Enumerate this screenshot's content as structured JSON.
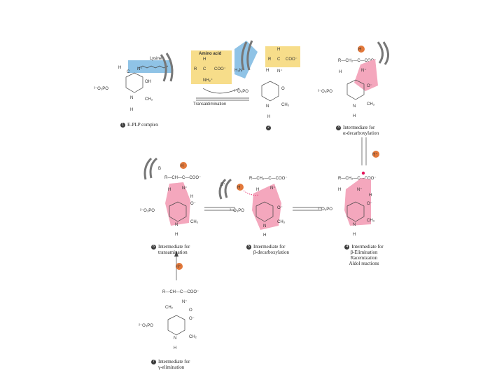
{
  "labels": {
    "s1": {
      "num": "1",
      "text": "E-PLP complex"
    },
    "s2": {
      "num": "2"
    },
    "s3": {
      "num": "3",
      "line1": "Intermediate for",
      "line2": "α-decarboxylation"
    },
    "s4": {
      "num": "4",
      "line1": "Intermediate for",
      "line2": "β-Elimination",
      "line3": "Racemization",
      "line4": "Aldol reactions"
    },
    "s5": {
      "num": "5",
      "line1": "Intermediate for",
      "line2": "β-decarboxylation"
    },
    "s6": {
      "num": "6",
      "line1": "Intermediate for",
      "line2": "transamination"
    },
    "s7": {
      "num": "7",
      "line1": "Intermediate for",
      "line2": "γ-elimination"
    }
  },
  "annotations": {
    "lysine": "Lysine",
    "amino_acid": "Amino acid",
    "transaldimination": "Transaldimination",
    "h_plus": "H⁺"
  },
  "atoms": {
    "R": "R",
    "C": "C",
    "H": "H",
    "N": "N",
    "O": "O",
    "OH": "OH",
    "CH2": "CH₂",
    "CH3": "CH₃",
    "COO": "COO⁻",
    "NH2": "NH₂⁺",
    "NH": "N⁺",
    "Ominus": "O⁻",
    "H3N": "H₃N",
    "P": "²⁻O₃PO",
    "B": "B",
    "Bplus": "B⁺",
    "Rline": "R—CH₂—C—COO⁻",
    "Rline2": "R—CH—C—COO⁻",
    "dash": "—"
  },
  "colors": {
    "lysine_box": "#8fc3e6",
    "amino_box": "#f7dd8a",
    "highlight": "#f4a7bd",
    "proton": "#e2783a"
  }
}
